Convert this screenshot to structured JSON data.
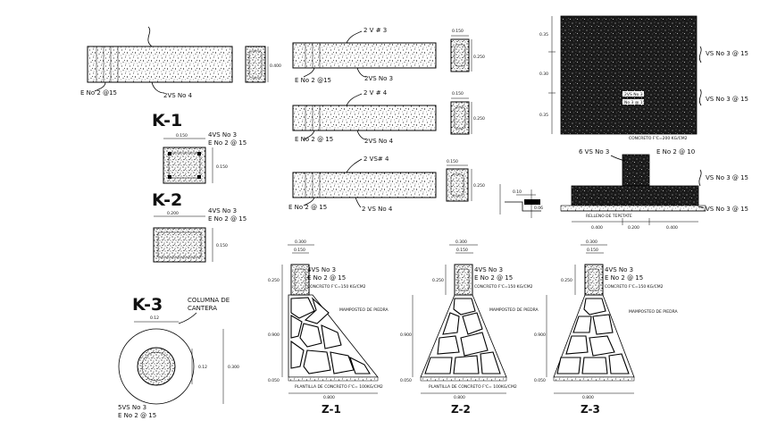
{
  "colors": {
    "ink": "#000000",
    "paper": "#ffffff",
    "fill_dark": "#1a1a1a"
  },
  "beams": {
    "b1": {
      "label_top": "",
      "stirrup": "E No 2 @15",
      "bars": "2VS No 4",
      "section_h": "0.400"
    },
    "b2": {
      "label_top": "2 V # 3",
      "stirrup": "E No 2 @15",
      "bars": "2VS No 3",
      "sec_w": "0.150",
      "sec_h": "0.250"
    },
    "b3": {
      "label_top": "2 V # 4",
      "stirrup": "E No 2 @ 15",
      "bars": "2VS No 4",
      "sec_w": "0.150",
      "sec_h": "0.250"
    },
    "b4": {
      "label_top": "2 VS# 4",
      "stirrup": "E No 2 @ 15",
      "bars": "2 VS No 4",
      "sec_w": "0.150",
      "sec_h": "0.250"
    }
  },
  "step_detail": {
    "d1": "0.10",
    "d2": "0.06"
  },
  "columns": {
    "k1": {
      "title": "K-1",
      "bars": "4VS No 3",
      "stirrup": "E No 2 @ 15",
      "w": "0.150",
      "h": "0.150"
    },
    "k2": {
      "title": "K-2",
      "bars": "4VS No 3",
      "stirrup": "E No 2 @ 15",
      "w": "0.200",
      "h": "0.150"
    },
    "k3": {
      "title": "K-3",
      "note_line1": "COLUMNA DE",
      "note_line2": "CANTERA",
      "d_inner_w": "0.12",
      "d_inner_h": "0.12",
      "d_outer": "0.300",
      "bars": "5VS No 3",
      "stirrup": "E No 2 @ 15"
    }
  },
  "slab": {
    "dim1": "0.35",
    "dim2": "0.30",
    "dim3": "0.35",
    "label1": "VS No 3 @ 15",
    "label2": "VS No 3 @ 15",
    "center1": "2VS No 3",
    "center2": "No 3 @ 15",
    "concrete_note": "CONCRETO F'C=200 KG/CM2"
  },
  "footing": {
    "bars_left": "6 VS No 3",
    "stirrup": "E No 2 @ 10",
    "bars_right": "VS No 3 @ 15",
    "bars_bottom": "VS No 3 @ 15",
    "note_top": "PLANTILLA DE CONCRETO F'C=100 KG/CM2",
    "note_bottom": "RELLENO DE TEPETATE",
    "dim_left": "0.400",
    "dim_mid": "0.200",
    "dim_right": "0.400"
  },
  "zapatas": [
    {
      "title": "Z-1",
      "top_w": "0.300",
      "col_w": "0.150",
      "col_h": "0.250",
      "bars": "4VS No 3",
      "stirrup": "E No 2 @ 15",
      "concrete": "CONCRETO F'C=150 KG/CM2",
      "wall_label": "MAMPOSTEO DE PIEDRA",
      "height": "0.900",
      "base_h": "0.050",
      "base_note": "PLANTILLA DE CONCRETO F'C= 100KG/CM2",
      "base_w": "0.800"
    },
    {
      "title": "Z-2",
      "top_w": "0.300",
      "col_w": "0.150",
      "col_h": "0.250",
      "bars": "4VS No 3",
      "stirrup": "E No 2 @ 15",
      "concrete": "CONCRETO F'C=150 KG/CM2",
      "wall_label": "MAMPOSTEO DE PIEDRA",
      "height": "0.900",
      "base_h": "0.050",
      "base_note": "PLANTILLA DE CONCRETO F'C= 100KG/CM2",
      "base_w": "0.800"
    },
    {
      "title": "Z-3",
      "top_w": "0.300",
      "col_w": "0.150",
      "col_h": "0.250",
      "bars": "4VS No 3",
      "stirrup": "E No 2 @ 15",
      "concrete": "CONCRETO F'C=150 KG/CM2",
      "wall_label": "MAMPOSTEO DE PIEDRA",
      "height": "0.900",
      "base_h": "0.050",
      "base_note": "",
      "base_w": "0.800"
    }
  ]
}
